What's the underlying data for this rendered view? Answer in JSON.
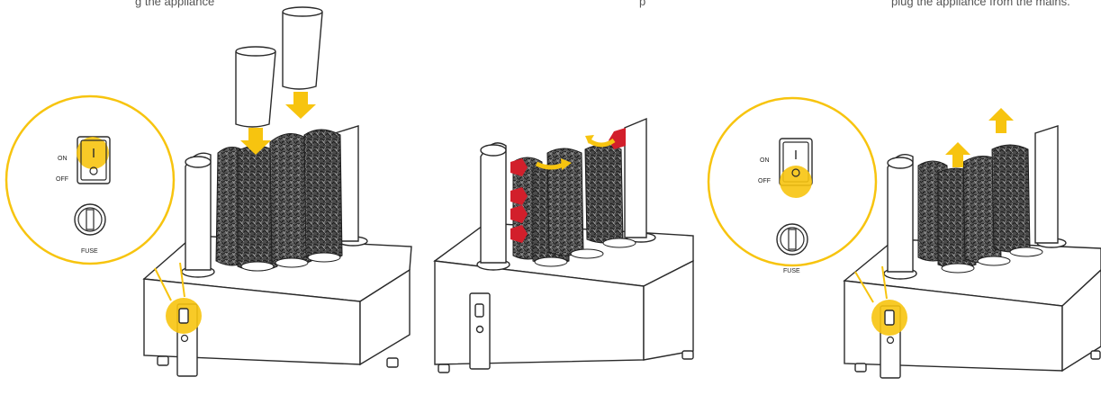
{
  "colors": {
    "accent_yellow": "#F7C40F",
    "accent_yellow_dark": "#E3A800",
    "red_arrow": "#D21F2B",
    "line": "#2a2a2a",
    "bristle": "#4a4a4a"
  },
  "top_caption_fragments": [
    {
      "text": "g the appliance",
      "id": "left"
    },
    {
      "text": "p",
      "id": "middle"
    },
    {
      "text": "plug the appliance from the mains.",
      "id": "right"
    }
  ],
  "panels": [
    {
      "id": "step-switch-on",
      "zoom": {
        "on_label": "ON",
        "off_label": "OFF",
        "fuse_label": "FUSE",
        "switch_state": "on"
      },
      "icons": [
        "cup-insert-arrow-icon",
        "cup-insert-arrow-icon"
      ]
    },
    {
      "id": "step-rotate",
      "icons": [
        "rotation-arrow-icon",
        "rotation-arrow-icon",
        "red-direction-arrow-icon"
      ]
    },
    {
      "id": "step-switch-off",
      "zoom": {
        "on_label": "ON",
        "off_label": "OFF",
        "fuse_label": "FUSE",
        "switch_state": "off"
      },
      "icons": [
        "cup-remove-arrow-icon",
        "cup-remove-arrow-icon"
      ]
    }
  ]
}
